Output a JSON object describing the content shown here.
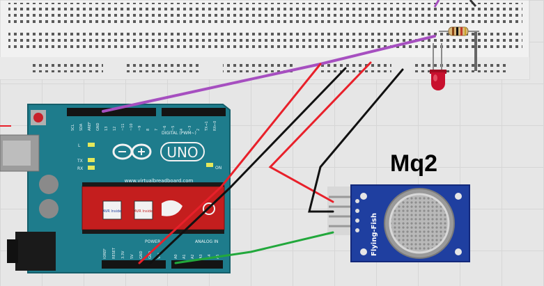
{
  "board": {
    "uno_text": "UNO",
    "website": "www.virtualbreadboard.com",
    "digital_label": "DIGITAL (PWM~)",
    "power_label": "POWER",
    "analog_label": "ANALOG IN",
    "led_l": "L",
    "led_tx": "TX",
    "led_rx": "RX",
    "led_on": "ON",
    "top_pins": [
      "SCL",
      "SDA",
      "AREF",
      "GND",
      "13",
      "12",
      "~11",
      "~10",
      "~9",
      "8",
      "7",
      "~6",
      "~5",
      "4",
      "~3",
      "2",
      "TX→1",
      "RX←0"
    ],
    "power_pins": [
      "IOREF",
      "RESET",
      "3.3V",
      "5V",
      "GND",
      "GND",
      "VIN"
    ],
    "analog_pins": [
      "A0",
      "A1",
      "A2",
      "A3",
      "A4",
      "A5"
    ],
    "chip_badges": [
      "AVR Inside",
      "AVR Inside"
    ]
  },
  "sensor": {
    "title": "Mq2",
    "brand": "Flying-Fish"
  },
  "colors": {
    "background": "#e6e6e6",
    "breadboard": "#efefef",
    "board": "#1e7c8c",
    "chip": "#c41e1e",
    "sensor_pcb": "#1f3fa0",
    "wire_purple": "#a64fc0",
    "wire_red": "#e8202a",
    "wire_black": "#111111",
    "wire_green": "#22a83c",
    "led": "#c8102e"
  }
}
